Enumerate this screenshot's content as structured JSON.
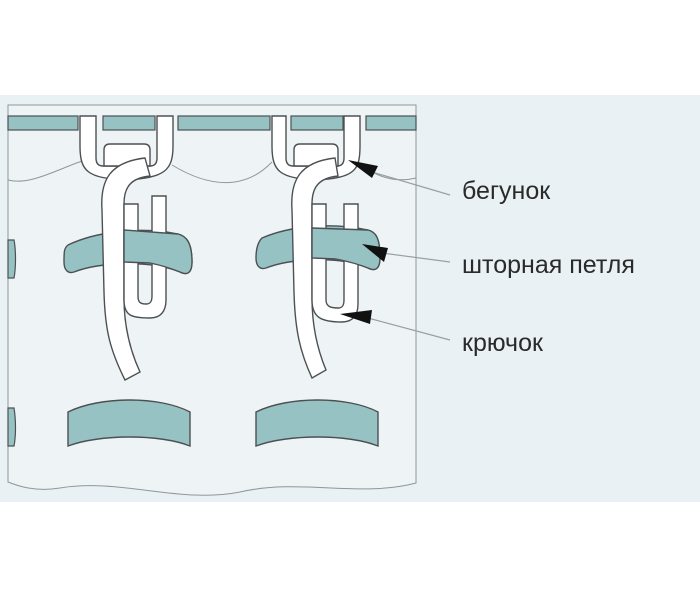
{
  "colors": {
    "background": "#e9f1f4",
    "teal": "#96c2c3",
    "outline": "#4d5052",
    "hook_fill": "#ffffff",
    "text": "#2a2a2a"
  },
  "labels": {
    "runner": "бегунок",
    "loop": "шторная петля",
    "hook": "крючок"
  }
}
